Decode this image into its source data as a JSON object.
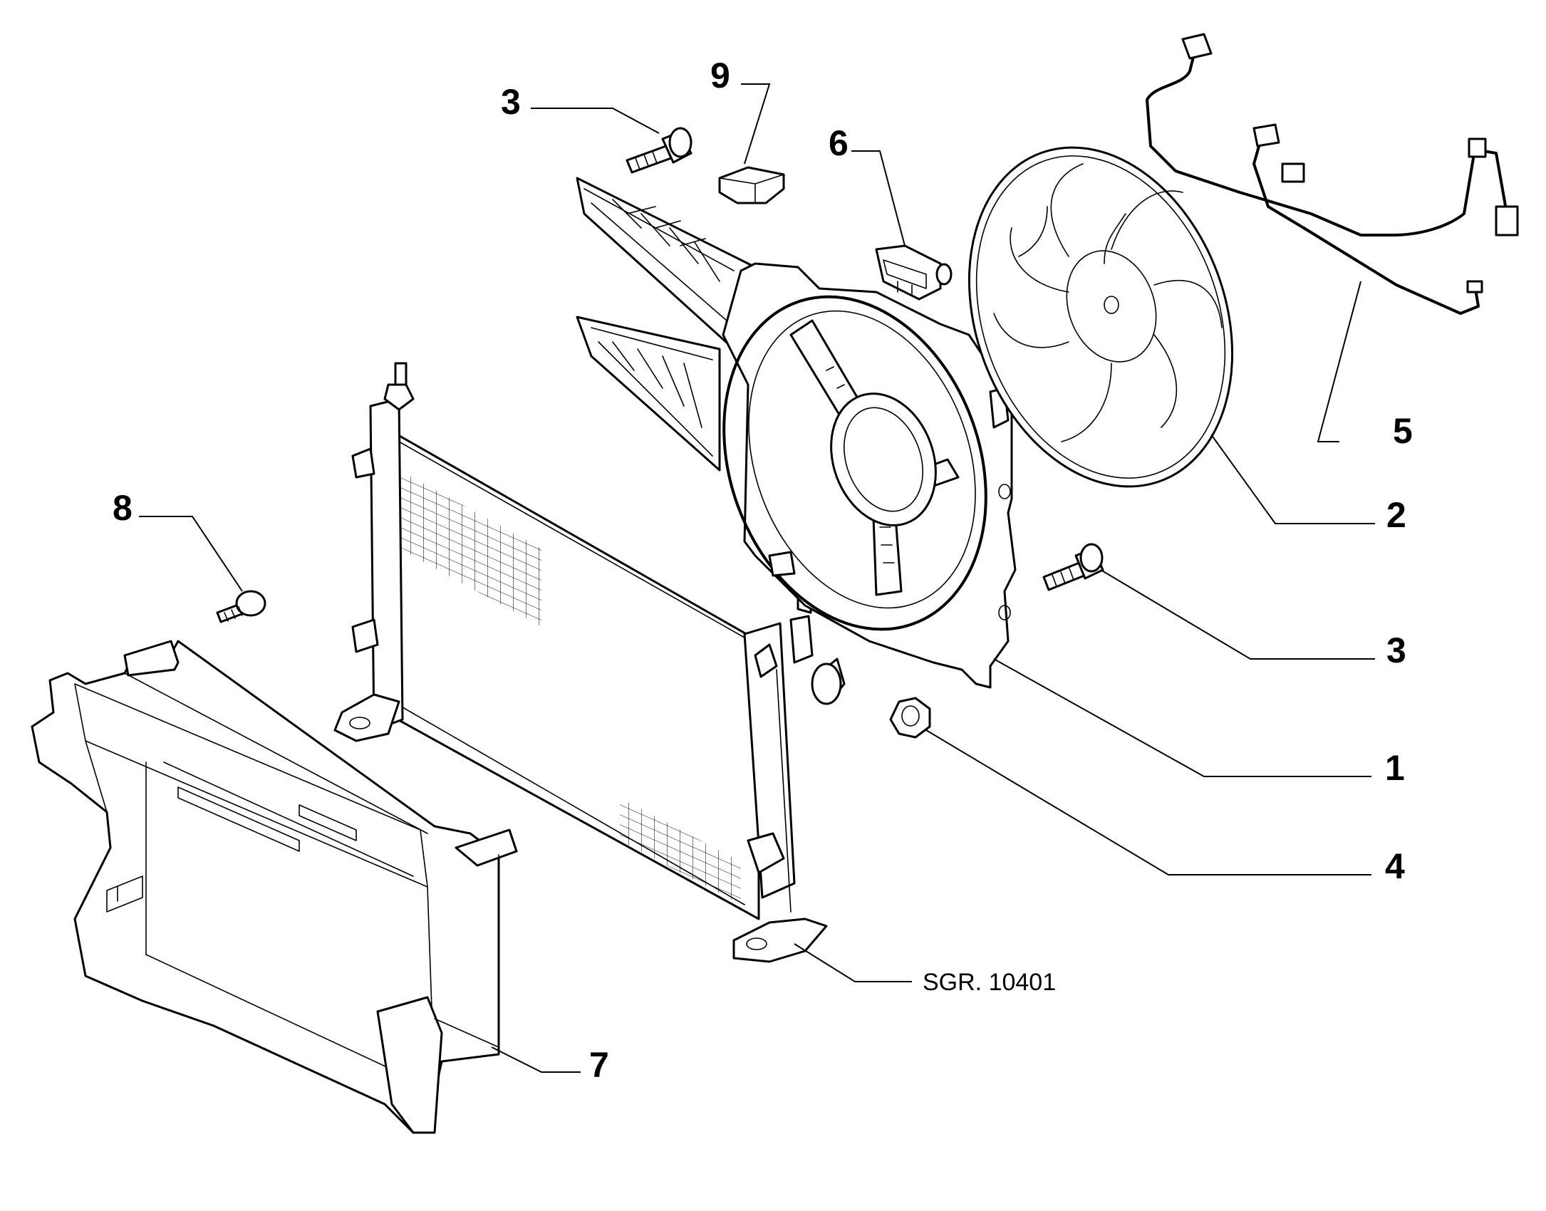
{
  "callouts": {
    "c1": "1",
    "c2": "2",
    "c3a": "3",
    "c3b": "3",
    "c4": "4",
    "c5": "5",
    "c6": "6",
    "c7": "7",
    "c8": "8",
    "c9": "9"
  },
  "reference": "SGR. 10401",
  "colors": {
    "line": "#000000",
    "background": "#ffffff"
  }
}
